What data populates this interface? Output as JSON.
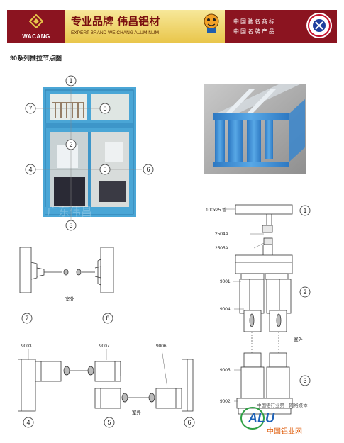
{
  "banner": {
    "logo_text": "WACANG",
    "slogan_cn": "专业品牌  伟昌铝材",
    "slogan_en": "EXPERT BRAND WEICHANG ALUMINUM",
    "claim_1": "中国驰名商标",
    "claim_2": "中国名牌产品"
  },
  "subtitle": "90系列推拉节点图",
  "window_photo": {
    "watermark": "广东伟昌"
  },
  "callouts": {
    "c1": "1",
    "c2": "2",
    "c3": "3",
    "c4": "4",
    "c5": "5",
    "c6": "6",
    "c7": "7",
    "c8": "8"
  },
  "vertical_section": {
    "labels": {
      "top": "100x25 管",
      "p2504": "2504A",
      "p2505": "2505A",
      "p9001": "9001",
      "p9004": "9004",
      "p9005": "9005",
      "p9002": "9002"
    },
    "outside": "室外"
  },
  "detail_78": {
    "outside": "室外"
  },
  "horizontal_section": {
    "labels": {
      "p9003": "9003",
      "p9007": "9007",
      "p9006": "9006"
    },
    "outside": "室外"
  },
  "footer": {
    "site_tagline": "中国铝行业第一网络媒体",
    "logo_text": "ALU",
    "site_name": "中国铝业网"
  },
  "colors": {
    "brand_red": "#8b1420",
    "frame_blue": "#4aa6d6",
    "profile_blue": "#3d8fd0"
  }
}
